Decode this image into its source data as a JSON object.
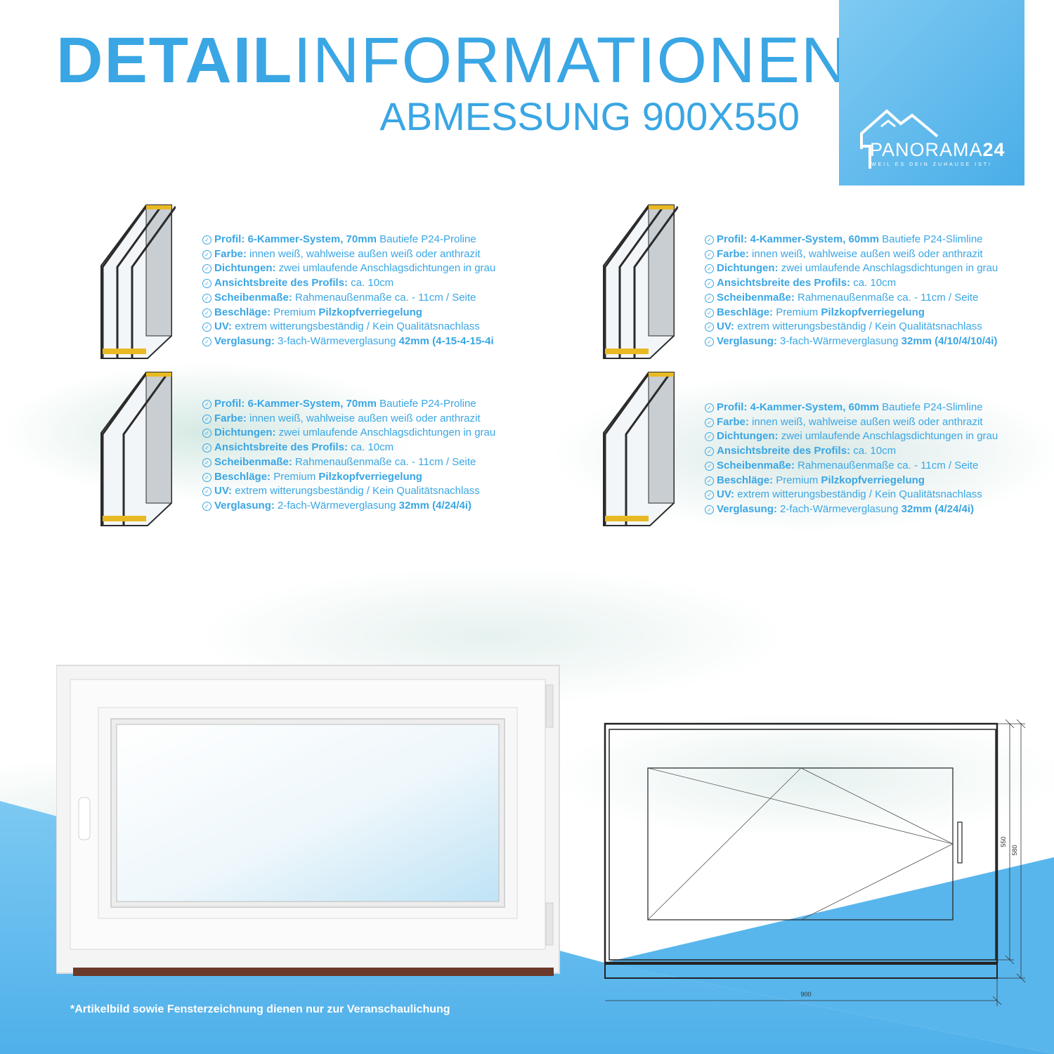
{
  "header": {
    "title_bold": "DETAIL",
    "title_rest": "INFORMATIONEN",
    "subtitle": "ABMESSUNG 900X550"
  },
  "logo": {
    "name_light": "PANORAMA",
    "name_bold": "24",
    "tagline": "WEIL ES DEIN ZUHAUSE IST!"
  },
  "colors": {
    "accent": "#3aa6e4",
    "logo_bg": "#5ab8ec",
    "wedge": "#5db8ee"
  },
  "specs": [
    {
      "glazing": "triple",
      "items": [
        {
          "label": "Profil: 6-Kammer-System, 70mm",
          "value": "Bautiefe P24-Proline",
          "value_bold": ""
        },
        {
          "label": "Farbe:",
          "value": "innen weiß, wahlweise außen weiß oder anthrazit",
          "value_bold": ""
        },
        {
          "label": "Dichtungen:",
          "value": "zwei umlaufende Anschlagsdichtungen in grau",
          "value_bold": ""
        },
        {
          "label": "Ansichtsbreite des Profils:",
          "value": "ca. 10cm",
          "value_bold": ""
        },
        {
          "label": "Scheibenmaße:",
          "value": "Rahmenaußenmaße ca. - 11cm / Seite",
          "value_bold": ""
        },
        {
          "label": "Beschläge:",
          "value": "Premium",
          "value_bold": "Pilzkopfverriegelung"
        },
        {
          "label": "UV:",
          "value": "extrem witterungsbeständig / Kein Qualitätsnachlass",
          "value_bold": ""
        },
        {
          "label": "Verglasung:",
          "value": "3-fach-Wärmeverglasung",
          "value_bold": "42mm (4-15-4-15-4i"
        }
      ]
    },
    {
      "glazing": "triple",
      "items": [
        {
          "label": "Profil: 4-Kammer-System, 60mm",
          "value": "Bautiefe P24-Slimline",
          "value_bold": ""
        },
        {
          "label": "Farbe:",
          "value": "innen weiß, wahlweise außen weiß oder anthrazit",
          "value_bold": ""
        },
        {
          "label": "Dichtungen:",
          "value": "zwei umlaufende Anschlagsdichtungen in grau",
          "value_bold": ""
        },
        {
          "label": "Ansichtsbreite des Profils:",
          "value": "ca. 10cm",
          "value_bold": ""
        },
        {
          "label": "Scheibenmaße:",
          "value": "Rahmenaußenmaße ca. - 11cm / Seite",
          "value_bold": ""
        },
        {
          "label": "Beschläge:",
          "value": "Premium",
          "value_bold": "Pilzkopfverriegelung"
        },
        {
          "label": "UV:",
          "value": "extrem witterungsbeständig / Kein Qualitätsnachlass",
          "value_bold": ""
        },
        {
          "label": "Verglasung:",
          "value": "3-fach-Wärmeverglasung",
          "value_bold": "32mm (4/10/4/10/4i)"
        }
      ]
    },
    {
      "glazing": "double",
      "items": [
        {
          "label": "Profil: 6-Kammer-System, 70mm",
          "value": "Bautiefe P24-Proline",
          "value_bold": ""
        },
        {
          "label": "Farbe:",
          "value": "innen weiß, wahlweise außen weiß oder anthrazit",
          "value_bold": ""
        },
        {
          "label": "Dichtungen:",
          "value": "zwei umlaufende Anschlagsdichtungen in grau",
          "value_bold": ""
        },
        {
          "label": "Ansichtsbreite des Profils:",
          "value": "ca. 10cm",
          "value_bold": ""
        },
        {
          "label": "Scheibenmaße:",
          "value": "Rahmenaußenmaße ca. - 11cm / Seite",
          "value_bold": ""
        },
        {
          "label": "Beschläge:",
          "value": "Premium",
          "value_bold": "Pilzkopfverriegelung"
        },
        {
          "label": "UV:",
          "value": "extrem witterungsbeständig / Kein Qualitätsnachlass",
          "value_bold": ""
        },
        {
          "label": "Verglasung:",
          "value": "2-fach-Wärmeverglasung",
          "value_bold": "32mm (4/24/4i)"
        }
      ]
    },
    {
      "glazing": "double",
      "items": [
        {
          "label": "Profil: 4-Kammer-System, 60mm",
          "value": "Bautiefe P24-Slimline",
          "value_bold": ""
        },
        {
          "label": "Farbe:",
          "value": "innen weiß, wahlweise außen weiß oder anthrazit",
          "value_bold": ""
        },
        {
          "label": "Dichtungen:",
          "value": "zwei umlaufende Anschlagsdichtungen in grau",
          "value_bold": ""
        },
        {
          "label": "Ansichtsbreite des Profils:",
          "value": "ca. 10cm",
          "value_bold": ""
        },
        {
          "label": "Scheibenmaße:",
          "value": "Rahmenaußenmaße ca. - 11cm / Seite",
          "value_bold": ""
        },
        {
          "label": "Beschläge:",
          "value": "Premium",
          "value_bold": "Pilzkopfverriegelung"
        },
        {
          "label": "UV:",
          "value": "extrem witterungsbeständig / Kein Qualitätsnachlass",
          "value_bold": ""
        },
        {
          "label": "Verglasung:",
          "value": "2-fach-Wärmeverglasung",
          "value_bold": "32mm (4/24/4i)"
        }
      ]
    }
  ],
  "drawing": {
    "width_label": "900",
    "height_inner_label": "550",
    "height_outer_label": "580"
  },
  "disclaimer": "*Artikelbild sowie Fensterzeichnung dienen nur zur  Veranschaulichung"
}
